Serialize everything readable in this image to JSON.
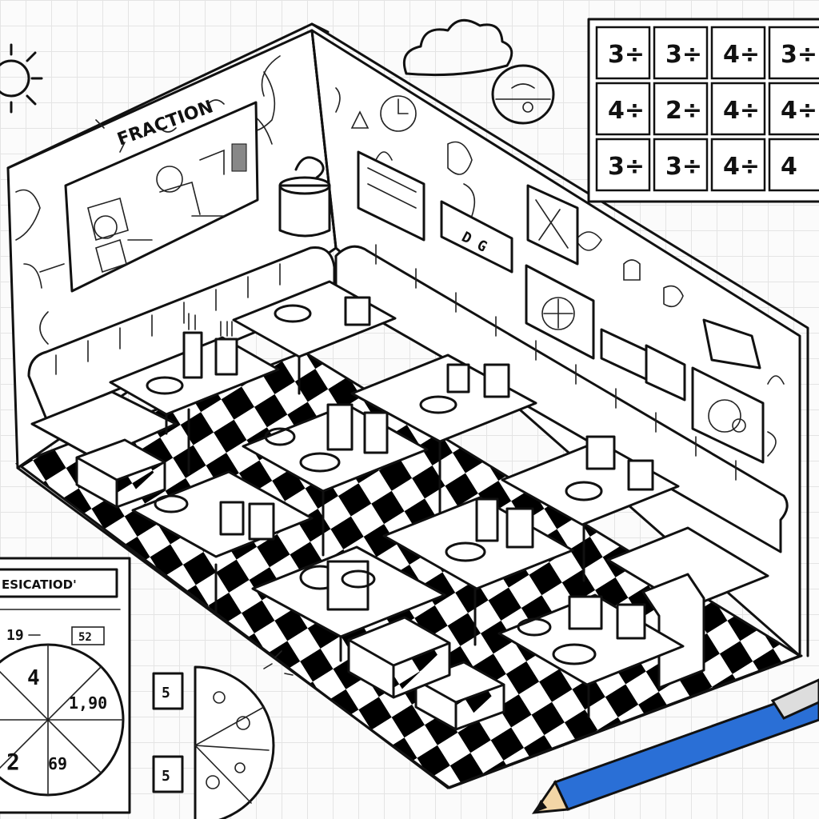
{
  "wall_poster": {
    "title": "FRACTION"
  },
  "fraction_grid": {
    "cells": [
      "3÷",
      "3÷",
      "4÷",
      "3÷",
      "4÷",
      "2÷",
      "4÷",
      "4÷",
      "3÷",
      "3÷",
      "4÷",
      "4"
    ]
  },
  "pie_card": {
    "title": "ESICATIOD'",
    "top_left": "19",
    "top_right": "52",
    "slices": [
      "4",
      "1,90",
      "2",
      "69"
    ]
  },
  "pizza_card": {
    "labels": [
      "5",
      "5"
    ]
  },
  "colors": {
    "ink": "#111111",
    "pencil_body": "#2a6fd6",
    "paper": "#ffffff",
    "floor_dark": "#000000"
  },
  "icons": [
    "sun-icon",
    "cloud-icon",
    "pencil-icon",
    "pizza-icon",
    "plant-icon"
  ]
}
